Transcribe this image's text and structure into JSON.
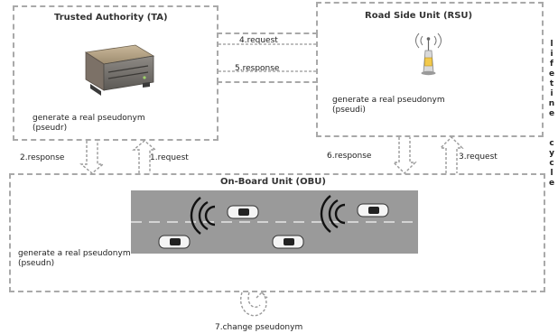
{
  "ta": {
    "title": "Trusted Authority (TA)",
    "desc_line1": "generate a real pseudonym",
    "desc_line2": "(pseudr)"
  },
  "rsu": {
    "title": "Road Side Unit (RSU)",
    "desc_line1": "generate a real pseudonym",
    "desc_line2": "(pseudi)"
  },
  "obu": {
    "title": "On-Board Unit (OBU)",
    "desc_line1": "generate a real pseudonym",
    "desc_line2": "(pseudn)"
  },
  "messages": {
    "m1": "1.request",
    "m2": "2.response",
    "m3": "3.request",
    "m4": "4.request",
    "m5": "5.response",
    "m6": "6.response",
    "m7": "7.change pseudonym"
  },
  "lifecycle": {
    "word1": [
      "l",
      "i",
      "f",
      "e",
      "t",
      "i",
      "n",
      "e"
    ],
    "word2": [
      "c",
      "y",
      "c",
      "l",
      "e"
    ]
  },
  "colors": {
    "border": "#a9a9a9",
    "road": "#9a9a9a",
    "car": "#f4f4f4"
  },
  "icons": {
    "ta": "server-icon",
    "rsu": "antenna-tower-icon",
    "obu": "road-vehicles-icon",
    "loop": "loop-arrow-icon"
  }
}
